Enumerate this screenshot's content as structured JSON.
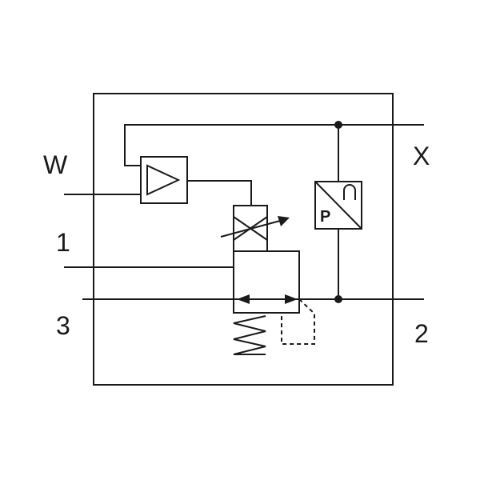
{
  "diagram": {
    "ports": {
      "w": "W",
      "x": "X",
      "p1": "1",
      "p2": "2",
      "p3": "3"
    },
    "pressure_sensor": {
      "letter": "P"
    },
    "colors": {
      "line": "#1a1a1a",
      "background": "#ffffff"
    },
    "icons": [
      "amplifier-triangle-icon",
      "proportional-solenoid-icon",
      "spring-icon",
      "pressure-sensor-icon",
      "flow-arrow-icon"
    ]
  }
}
